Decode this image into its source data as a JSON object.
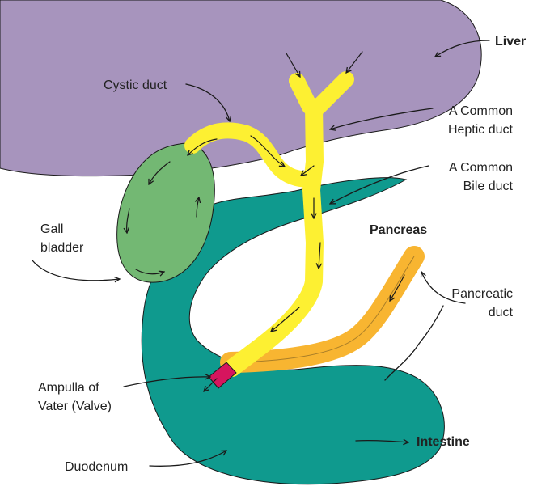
{
  "diagram": {
    "colors": {
      "liver": "#a794bd",
      "pancreas": "#0f9a8e",
      "gall_bladder": "#73b873",
      "bile_duct": "#fdf032",
      "pancreatic_duct": "#f8b531",
      "valve": "#d6155e",
      "outline": "#1a1a1a"
    },
    "labels": {
      "liver": "Liver",
      "cystic_duct": "Cystic duct",
      "heptic_duct_line1": "A Common",
      "heptic_duct_line2": "Heptic duct",
      "bile_duct_line1": "A Common",
      "bile_duct_line2": "Bile duct",
      "gall_bladder_line1": "Gall",
      "gall_bladder_line2": "bladder",
      "pancreas": "Pancreas",
      "pancreatic_duct_line1": "Pancreatic",
      "pancreatic_duct_line2": "duct",
      "ampulla_line1": "Ampulla of",
      "ampulla_line2": "Vater (Valve)",
      "duodenum": "Duodenum",
      "intestine": "Intestine"
    }
  }
}
